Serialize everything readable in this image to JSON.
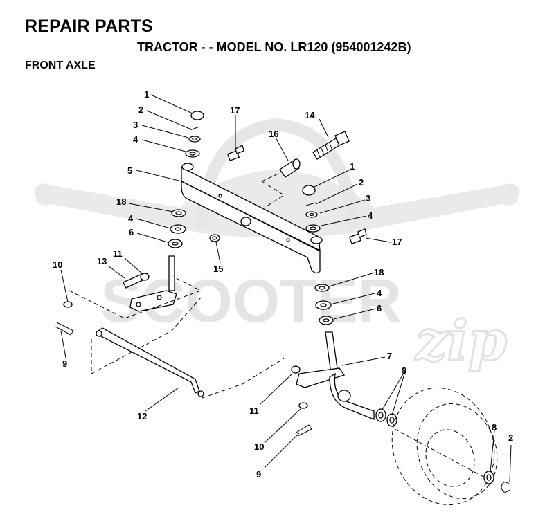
{
  "header": {
    "title": "REPAIR PARTS",
    "subtitle": "TRACTOR - - MODEL NO. LR120 (954001242B)",
    "section": "FRONT AXLE"
  },
  "watermark": {
    "brand": "SCOOTER",
    "script": "zip"
  },
  "callouts": [
    {
      "id": "c1a",
      "text": "1"
    },
    {
      "id": "c2a",
      "text": "2"
    },
    {
      "id": "c3a",
      "text": "3"
    },
    {
      "id": "c4a",
      "text": "4"
    },
    {
      "id": "c5",
      "text": "5"
    },
    {
      "id": "c17a",
      "text": "17"
    },
    {
      "id": "c16",
      "text": "16"
    },
    {
      "id": "c14",
      "text": "14"
    },
    {
      "id": "c1b",
      "text": "1"
    },
    {
      "id": "c2b",
      "text": "2"
    },
    {
      "id": "c3b",
      "text": "3"
    },
    {
      "id": "c4b",
      "text": "4"
    },
    {
      "id": "c17b",
      "text": "17"
    },
    {
      "id": "c18a",
      "text": "18"
    },
    {
      "id": "c4c",
      "text": "4"
    },
    {
      "id": "c6a",
      "text": "6"
    },
    {
      "id": "c15",
      "text": "15"
    },
    {
      "id": "c10a",
      "text": "10"
    },
    {
      "id": "c13",
      "text": "13"
    },
    {
      "id": "c11a",
      "text": "11"
    },
    {
      "id": "c9a",
      "text": "9"
    },
    {
      "id": "c18b",
      "text": "18"
    },
    {
      "id": "c4d",
      "text": "4"
    },
    {
      "id": "c6b",
      "text": "6"
    },
    {
      "id": "c7",
      "text": "7"
    },
    {
      "id": "c8a",
      "text": "8"
    },
    {
      "id": "c12",
      "text": "12"
    },
    {
      "id": "c11b",
      "text": "11"
    },
    {
      "id": "c10b",
      "text": "10"
    },
    {
      "id": "c9b",
      "text": "9"
    },
    {
      "id": "c8b",
      "text": "8"
    },
    {
      "id": "c2c",
      "text": "2"
    }
  ]
}
